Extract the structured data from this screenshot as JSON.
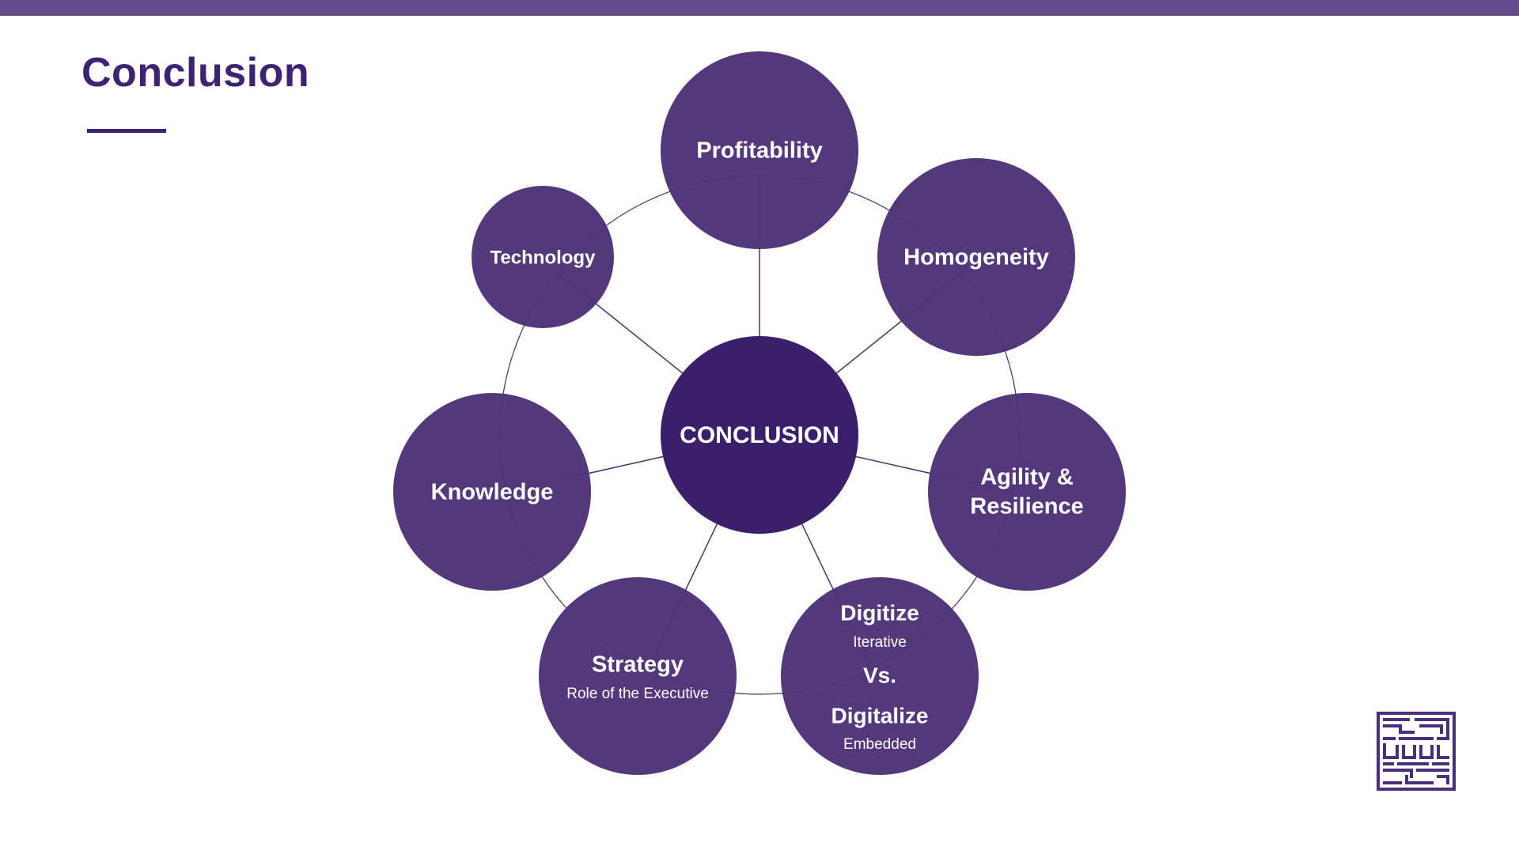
{
  "slide": {
    "title": "Conclusion"
  },
  "colors": {
    "accent": "#3d2373",
    "bar": "#654b8c",
    "node_fill": "#4e3278",
    "center_fill": "#3a1f6b",
    "line": "#4b3270"
  },
  "diagram": {
    "center": {
      "label": "CONCLUSION"
    },
    "nodes": [
      {
        "id": "profitability",
        "label": "Profitability"
      },
      {
        "id": "homogeneity",
        "label": "Homogeneity"
      },
      {
        "id": "agility",
        "label_line1": "Agility &",
        "label_line2": "Resilience"
      },
      {
        "id": "digitize",
        "title1": "Digitize",
        "sub1": "Iterative",
        "vs": "Vs.",
        "title2": "Digitalize",
        "sub2": "Embedded"
      },
      {
        "id": "strategy",
        "label": "Strategy",
        "sublabel": "Role of the Executive"
      },
      {
        "id": "knowledge",
        "label": "Knowledge"
      },
      {
        "id": "technology",
        "label": "Technology"
      }
    ]
  },
  "logo": {
    "icon": "maze-logo-icon"
  }
}
